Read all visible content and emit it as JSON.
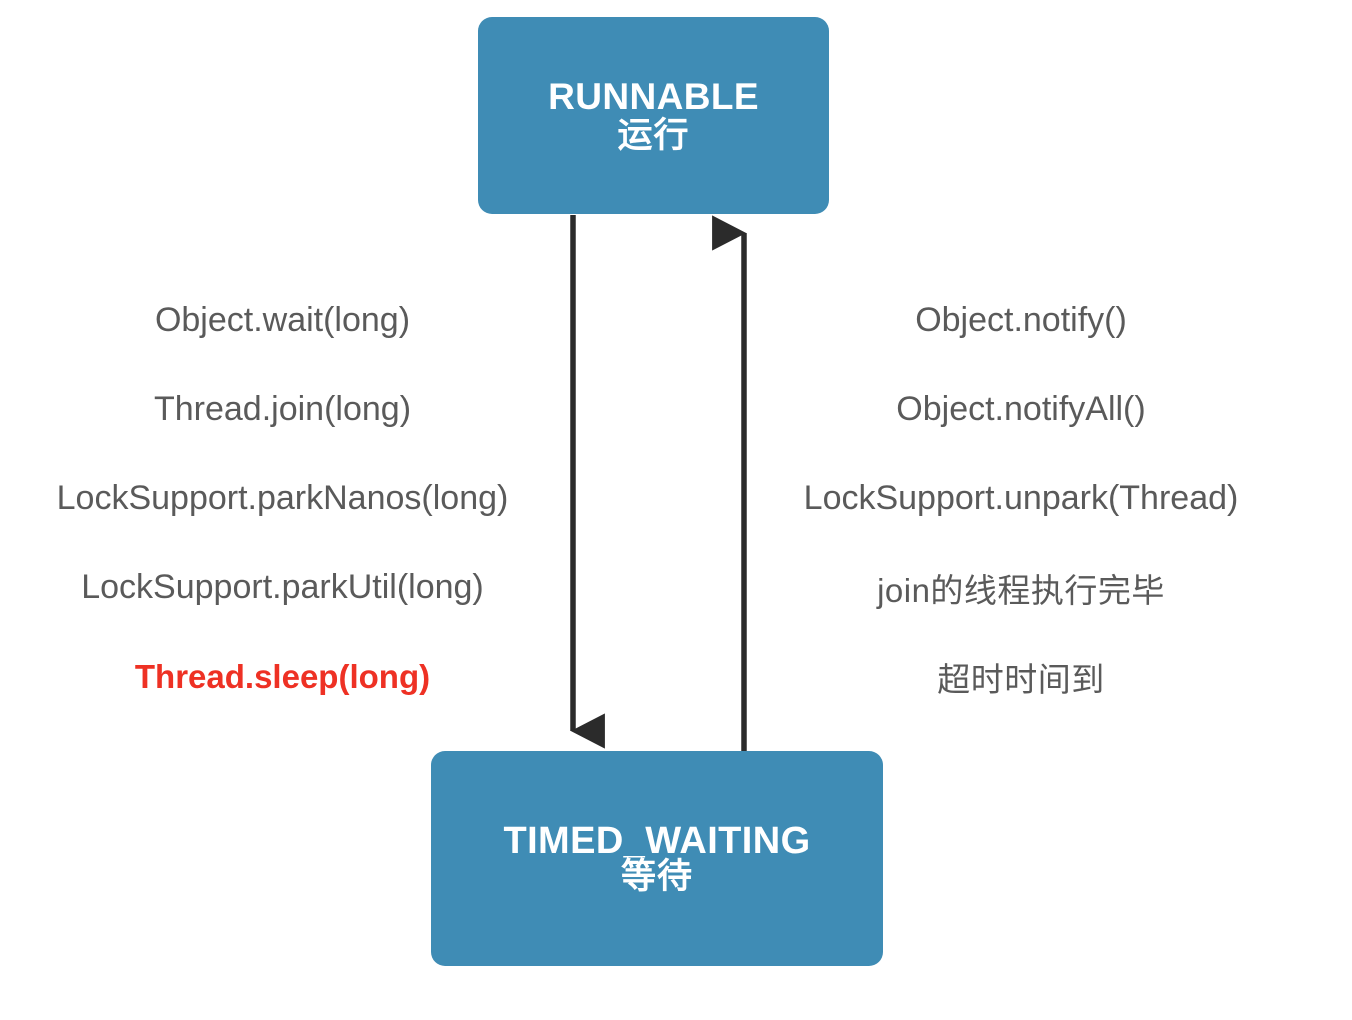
{
  "diagram": {
    "title": "Java Thread State Transition: RUNNABLE <-> TIMED_WAITING",
    "colors": {
      "box_fill": "#3F8CB5",
      "box_text": "#FFFFFF",
      "label_text": "#5A5A5A",
      "highlight_text": "#EE3124",
      "arrow": "#2B2B2B",
      "background": "#FFFFFF"
    },
    "states": [
      {
        "id": "runnable",
        "name": "RUNNABLE",
        "name_cn": "运行"
      },
      {
        "id": "timed_waiting",
        "name": "TIMED_WAITING",
        "name_cn": "等待"
      }
    ],
    "transitions": {
      "to_timed_waiting": {
        "direction": "down",
        "from": "RUNNABLE",
        "to": "TIMED_WAITING",
        "triggers": [
          {
            "text": "Object.wait(long)",
            "highlight": false,
            "lang": "en"
          },
          {
            "text": "Thread.join(long)",
            "highlight": false,
            "lang": "en"
          },
          {
            "text": "LockSupport.parkNanos(long)",
            "highlight": false,
            "lang": "en"
          },
          {
            "text": "LockSupport.parkUtil(long)",
            "highlight": false,
            "lang": "en"
          },
          {
            "text": "Thread.sleep(long)",
            "highlight": true,
            "lang": "en"
          }
        ]
      },
      "to_runnable": {
        "direction": "up",
        "from": "TIMED_WAITING",
        "to": "RUNNABLE",
        "triggers": [
          {
            "text": "Object.notify()",
            "highlight": false,
            "lang": "en"
          },
          {
            "text": "Object.notifyAll()",
            "highlight": false,
            "lang": "en"
          },
          {
            "text": "LockSupport.unpark(Thread)",
            "highlight": false,
            "lang": "en"
          },
          {
            "text": "join的线程执行完毕",
            "highlight": false,
            "lang": "cn"
          },
          {
            "text": "超时时间到",
            "highlight": false,
            "lang": "cn"
          }
        ]
      }
    }
  }
}
